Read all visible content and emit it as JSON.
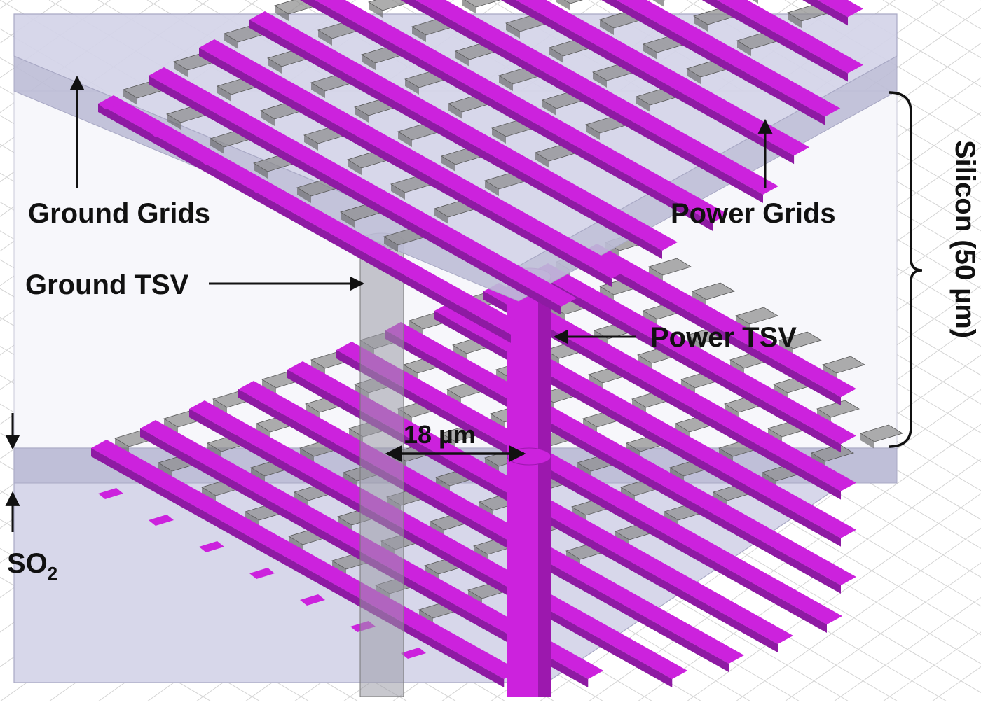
{
  "labels": {
    "ground_grids": "Ground Grids",
    "power_grids": "Power Grids",
    "ground_tsv": "Ground TSV",
    "power_tsv": "Power TSV",
    "pitch": "18 µm",
    "oxide_main": "SO",
    "oxide_sub": "2",
    "silicon": "Silicon (50 µm)"
  },
  "colors": {
    "power_metal": "#cc22dd",
    "power_metal_side": "#8e1aa3",
    "ground_metal": "#8a8a8a",
    "oxide_layer": "#c4c4dc",
    "silicon_volume": "#f4f4f8",
    "floor_grid": "#d4d4d4",
    "annotation": "#111111"
  }
}
